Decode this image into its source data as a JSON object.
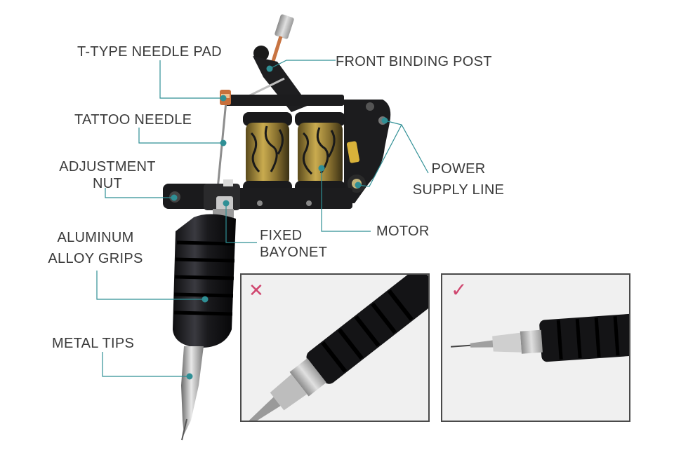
{
  "labels": {
    "t_type_needle_pad": "T-TYPE NEEDLE PAD",
    "front_binding_post": "FRONT BINDING POST",
    "tattoo_needle": "TATTOO NEEDLE",
    "adjustment_nut_line1": "ADJUSTMENT",
    "adjustment_nut_line2": "NUT",
    "power_supply_line1": "POWER",
    "power_supply_line2": "SUPPLY LINE",
    "motor": "MOTOR",
    "fixed_bayonet_line1": "FIXED",
    "fixed_bayonet_line2": "BAYONET",
    "aluminum_line1": "ALUMINUM",
    "aluminum_line2": "ALLOY GRIPS",
    "metal_tips": "METAL TIPS"
  },
  "comparison": {
    "wrong_mark": "✕",
    "right_mark": "✓",
    "wrong_color": "#d0466f",
    "right_color": "#d0466f"
  },
  "colors": {
    "leader_line": "#2f8f95",
    "label_text": "#3a3a3a",
    "coil_gold": "#b89a3c",
    "frame_black": "#1c1c1e"
  }
}
